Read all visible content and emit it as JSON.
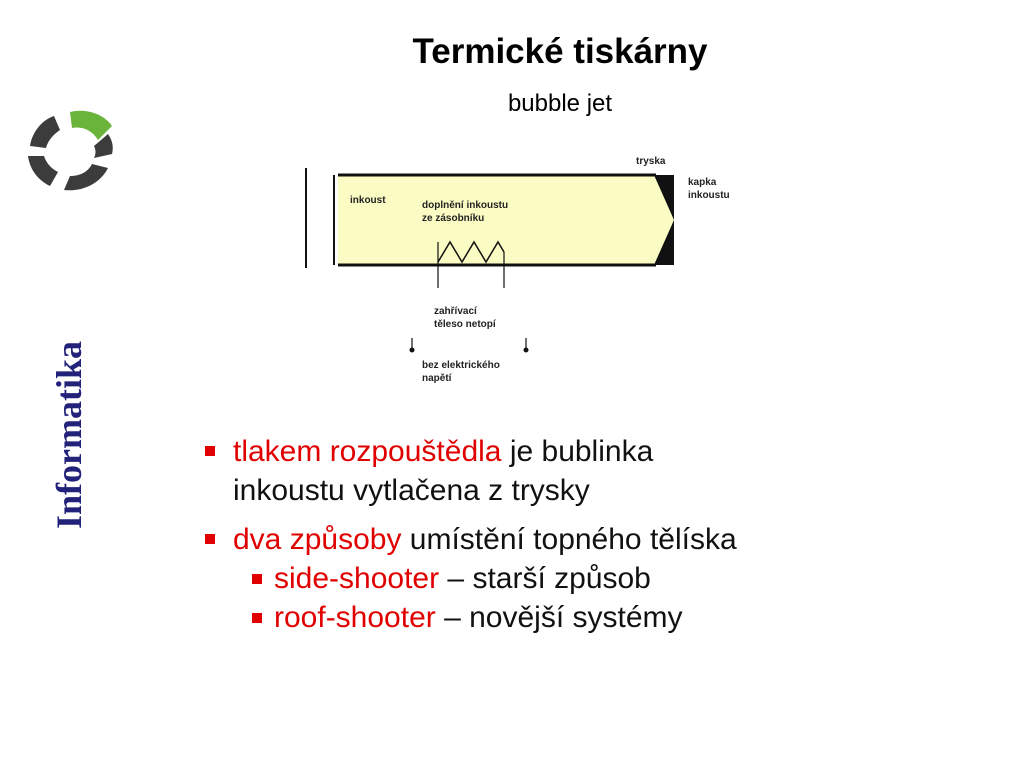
{
  "slide": {
    "title": "Termické tiskárny",
    "subtitle": "bubble jet",
    "side_label": "Informatika"
  },
  "diagram": {
    "labels": {
      "ink": "inkoust",
      "refill_line1": "doplnění inkoustu",
      "refill_line2": "ze zásobníku",
      "nozzle": "tryska",
      "drop_line1": "kapka",
      "drop_line2": "inkoustu",
      "heater_line1": "zahřívací",
      "heater_line2": "těleso netopí",
      "power_line1": "bez elektrického",
      "power_line2": "napětí"
    },
    "colors": {
      "ink_fill": "#fbfcc4",
      "outline": "#111111"
    }
  },
  "bullets": [
    {
      "highlight": "tlakem rozpouštědla",
      "rest_line1": " je bublinka",
      "rest_line2": "inkoustu vytlačena z trysky"
    },
    {
      "highlight": "dva způsoby",
      "rest": " umístění topného tělíska",
      "sub": [
        {
          "highlight": "side-shooter",
          "rest": " – starší způsob"
        },
        {
          "highlight": "roof-shooter",
          "rest": " – novější systémy"
        }
      ]
    }
  ],
  "colors": {
    "accent_red": "#e00000",
    "label_navy": "#22227a",
    "logo_green": "#6ab43c",
    "logo_gray": "#3c3c3c"
  }
}
